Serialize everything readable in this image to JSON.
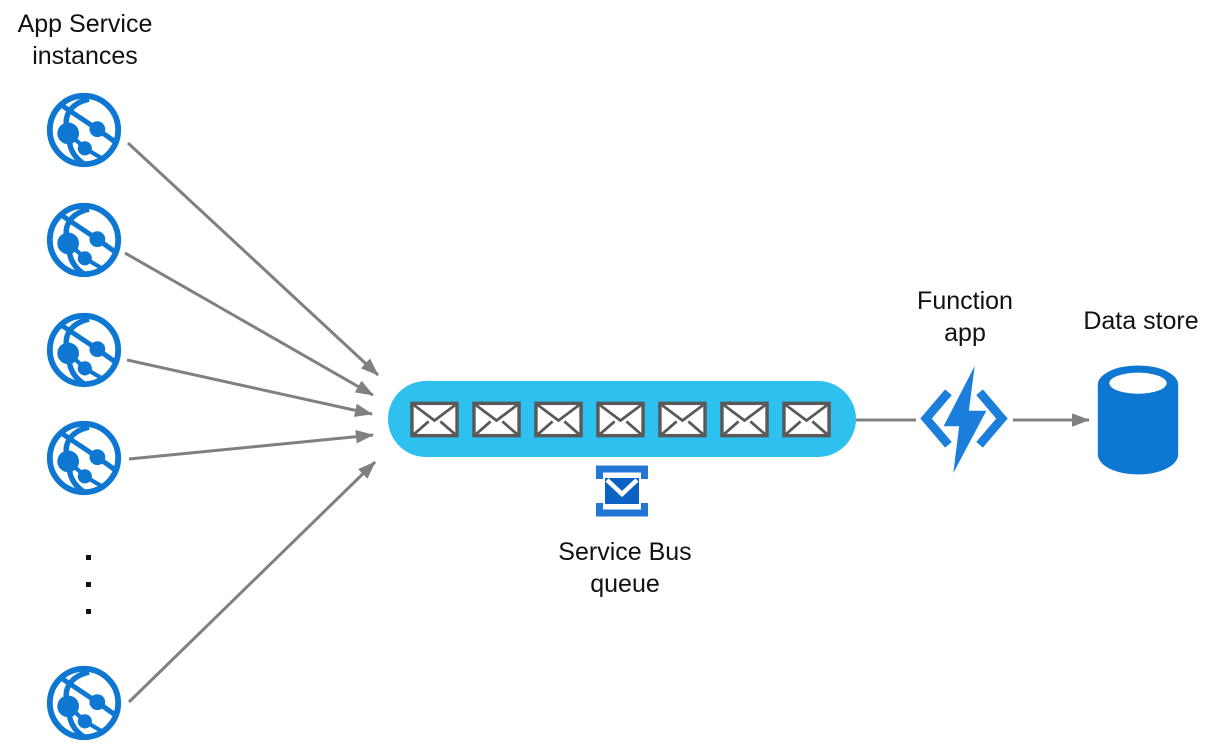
{
  "colors": {
    "azure_blue": "#0E77D1",
    "queue_cyan": "#2EC1EF",
    "envelope_border": "#595959",
    "function_blue": "#1B7EDB",
    "sb_bracket_blue": "#2277D6",
    "sb_envelope_blue": "#0B62C4",
    "arrow_gray": "#808080",
    "text_color": "#111111"
  },
  "nodes": {
    "app_service": {
      "label_line1": "App Service",
      "label_line2": "instances",
      "instance_count": 5,
      "icon": "app-service-globe-icon"
    },
    "service_bus_queue": {
      "label_line1": "Service Bus",
      "label_line2": "queue",
      "message_count": 7,
      "icon": "service-bus-queue-icon",
      "message_icon": "envelope-icon"
    },
    "function_app": {
      "label_line1": "Function",
      "label_line2": "app",
      "icon": "function-app-lightning-icon"
    },
    "data_store": {
      "label": "Data store",
      "icon": "database-cylinder-icon"
    }
  },
  "ellipsis": {
    "dot_count": 3
  }
}
